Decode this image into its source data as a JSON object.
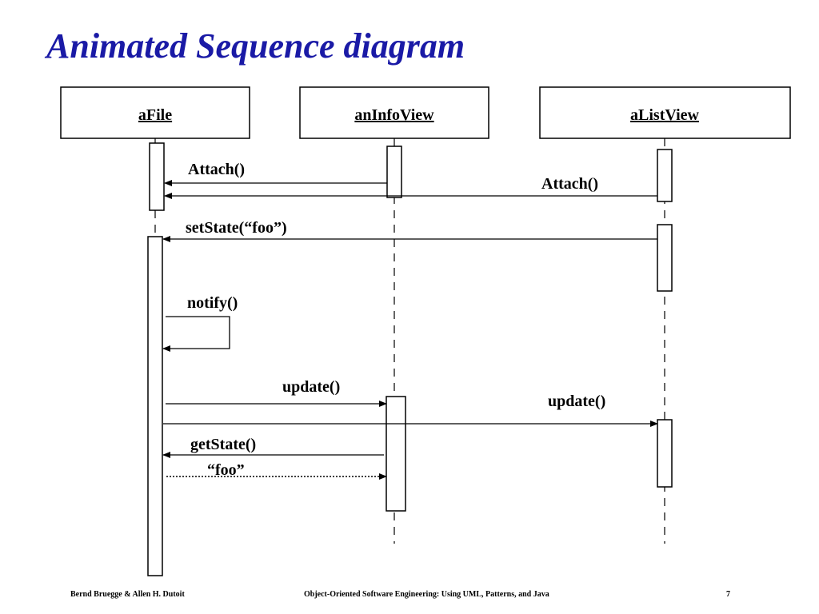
{
  "title": "Animated Sequence diagram",
  "objects": {
    "afile": "aFile",
    "aninfoview": "anInfoView",
    "alistview": "aListView"
  },
  "messages": {
    "attach_1": "Attach()",
    "attach_2": "Attach()",
    "setstate": "setState(“foo”)",
    "notify": "notify()",
    "update_1": "update()",
    "update_2": "update()",
    "getstate": "getState()",
    "foo_return": "“foo”"
  },
  "footer": {
    "authors": "Bernd Bruegge & Allen H. Dutoit",
    "book": "Object-Oriented Software Engineering: Using UML, Patterns, and Java",
    "page": "7"
  },
  "colors": {
    "title": "#1a1aa6",
    "lines": "#000000",
    "background": "#ffffff"
  }
}
